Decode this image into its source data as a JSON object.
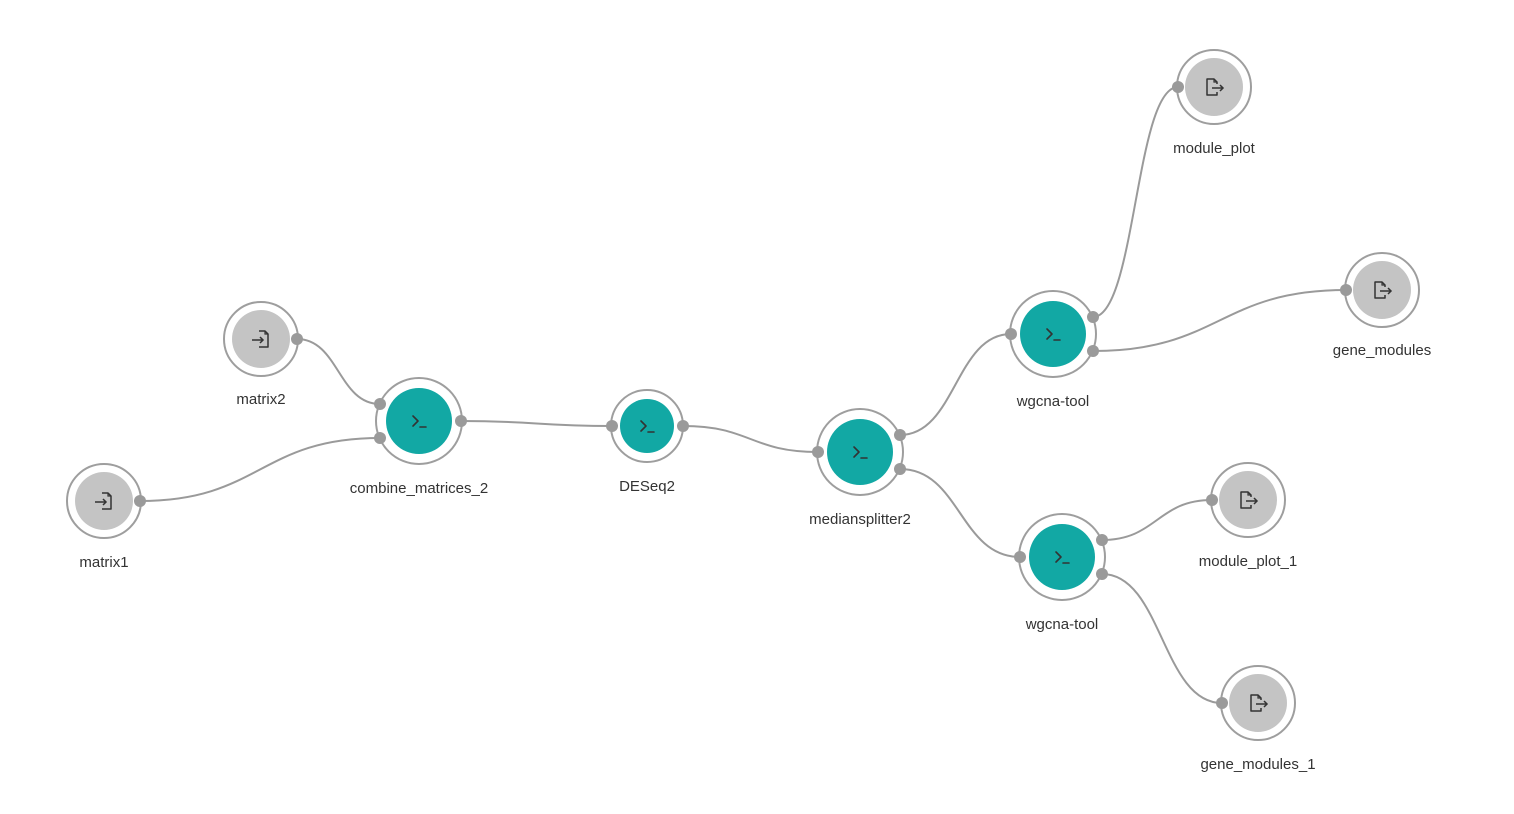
{
  "colors": {
    "tool_fill": "#12a8a4",
    "io_fill": "#c4c4c4",
    "ring_stroke": "#9e9e9e",
    "edge": "#9a9a9a",
    "port": "#9a9a9a",
    "icon": "#333333"
  },
  "nodes": [
    {
      "id": "matrix1",
      "label": "matrix1",
      "kind": "input",
      "icon": "file-import-icon"
    },
    {
      "id": "matrix2",
      "label": "matrix2",
      "kind": "input",
      "icon": "file-import-icon"
    },
    {
      "id": "combine",
      "label": "combine_matrices_2",
      "kind": "tool",
      "icon": "terminal-prompt-icon"
    },
    {
      "id": "deseq2",
      "label": "DESeq2",
      "kind": "tool",
      "icon": "terminal-prompt-icon"
    },
    {
      "id": "median",
      "label": "mediansplitter2",
      "kind": "tool",
      "icon": "terminal-prompt-icon"
    },
    {
      "id": "wgcna_a",
      "label": "wgcna-tool",
      "kind": "tool",
      "icon": "terminal-prompt-icon"
    },
    {
      "id": "wgcna_b",
      "label": "wgcna-tool",
      "kind": "tool",
      "icon": "terminal-prompt-icon"
    },
    {
      "id": "module_plot",
      "label": "module_plot",
      "kind": "output",
      "icon": "file-export-icon"
    },
    {
      "id": "gene_modules",
      "label": "gene_modules",
      "kind": "output",
      "icon": "file-export-icon"
    },
    {
      "id": "module_plot_1",
      "label": "module_plot_1",
      "kind": "output",
      "icon": "file-export-icon"
    },
    {
      "id": "gene_modules_1",
      "label": "gene_modules_1",
      "kind": "output",
      "icon": "file-export-icon"
    }
  ],
  "edges": [
    {
      "from": "matrix2",
      "to": "combine"
    },
    {
      "from": "matrix1",
      "to": "combine"
    },
    {
      "from": "combine",
      "to": "deseq2"
    },
    {
      "from": "deseq2",
      "to": "median"
    },
    {
      "from": "median",
      "to": "wgcna_a"
    },
    {
      "from": "median",
      "to": "wgcna_b"
    },
    {
      "from": "wgcna_a",
      "to": "module_plot"
    },
    {
      "from": "wgcna_a",
      "to": "gene_modules"
    },
    {
      "from": "wgcna_b",
      "to": "module_plot_1"
    },
    {
      "from": "wgcna_b",
      "to": "gene_modules_1"
    }
  ]
}
